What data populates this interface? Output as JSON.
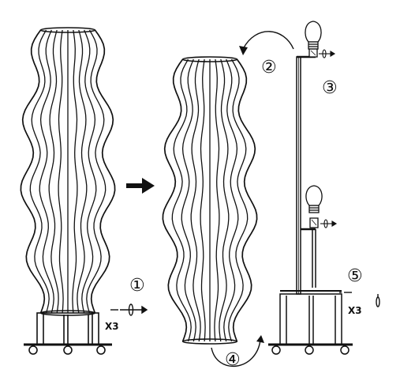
{
  "diagram": {
    "steps": [
      "①",
      "②",
      "③",
      "④",
      "⑤"
    ],
    "qty_left": "X3",
    "qty_right": "X3",
    "stroke_color": "#111111",
    "background": "#ffffff",
    "icons": [
      "lampshade-icon",
      "bulb-icon",
      "screw-icon",
      "arrow-icon",
      "lamp-frame-icon"
    ]
  }
}
